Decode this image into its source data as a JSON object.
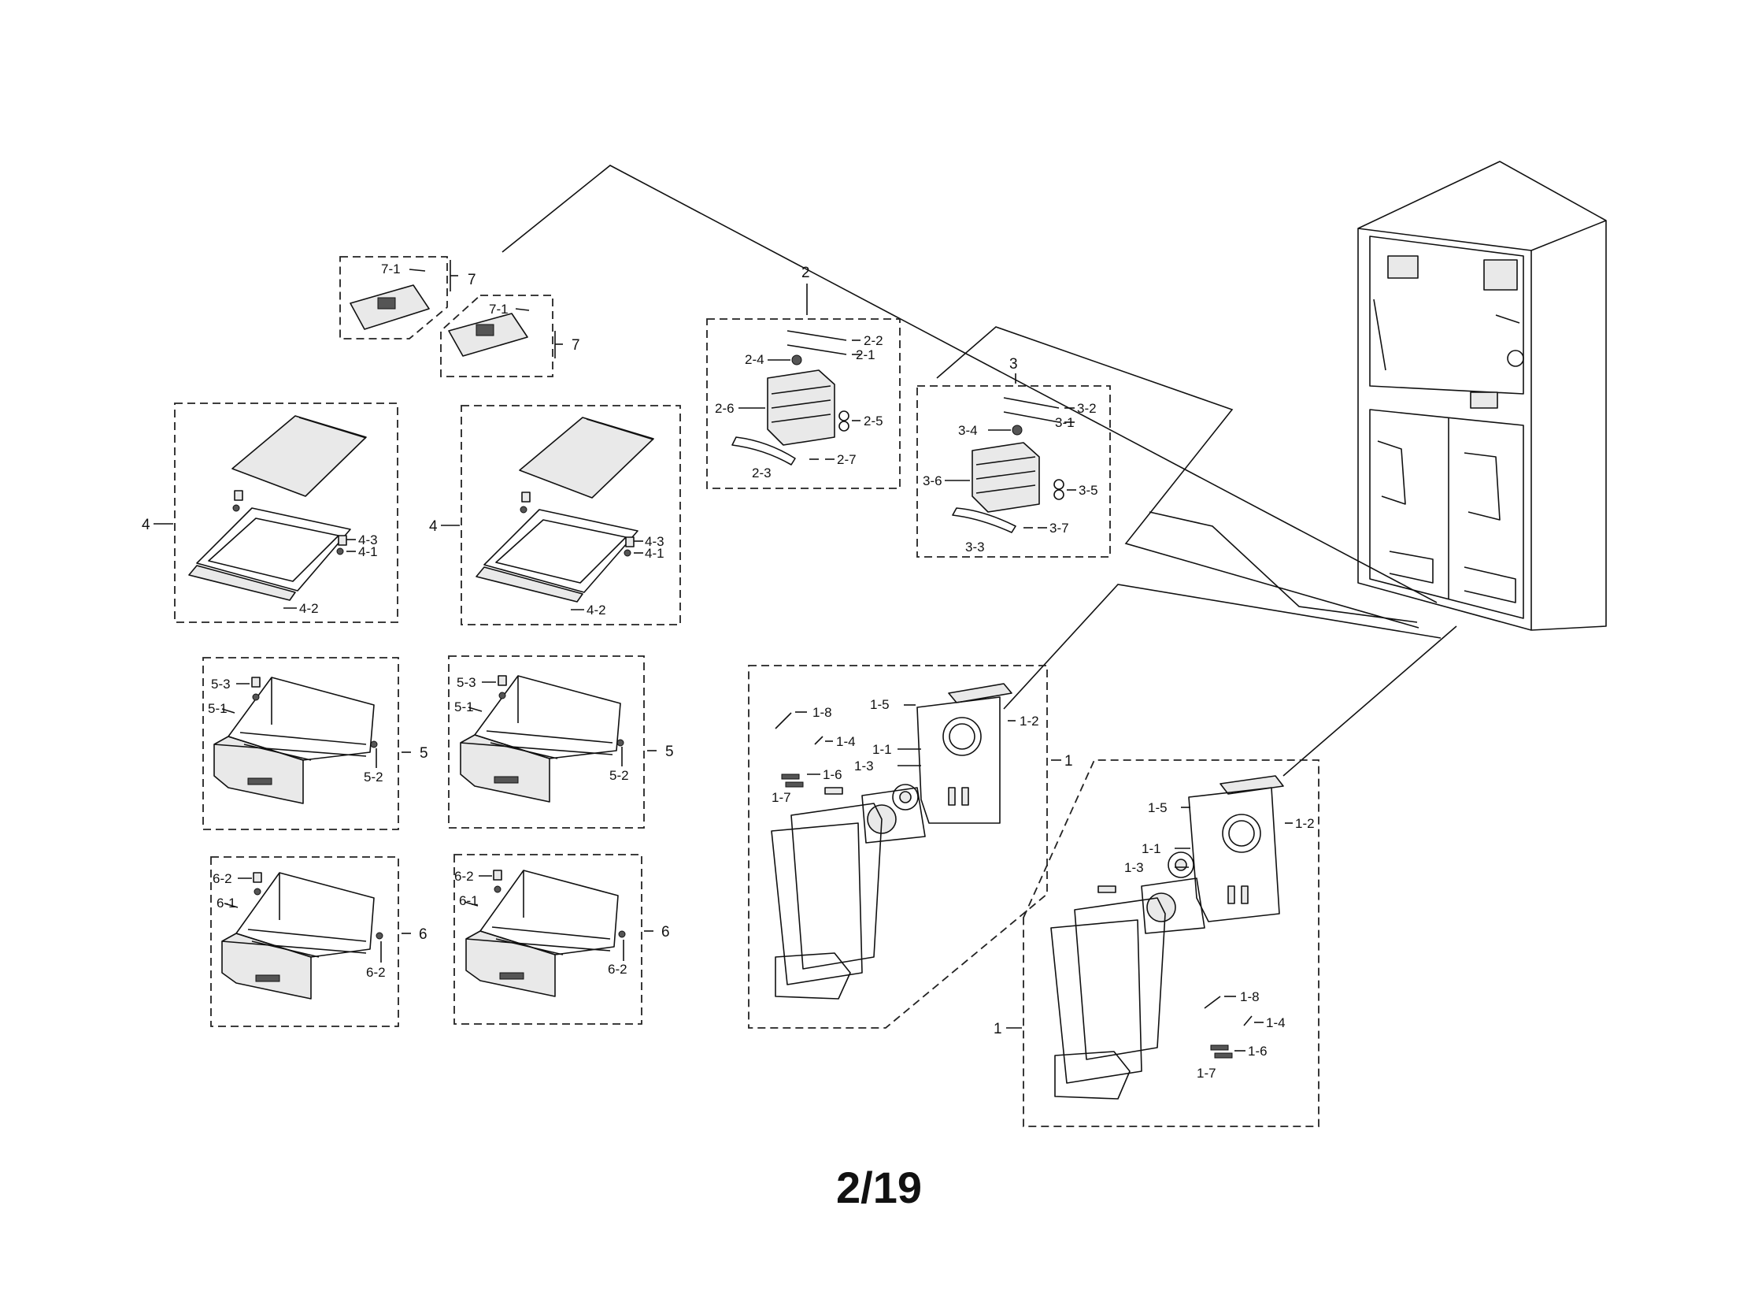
{
  "page_number": "2/19",
  "group_labels": {
    "g1": "1",
    "g2": "2",
    "g3": "3",
    "g4": "4",
    "g5": "5",
    "g6": "6",
    "g7": "7"
  },
  "part_labels": {
    "p1_1": "1-1",
    "p1_2": "1-2",
    "p1_3": "1-3",
    "p1_4": "1-4",
    "p1_5": "1-5",
    "p1_6": "1-6",
    "p1_7": "1-7",
    "p1_8": "1-8",
    "p2_1": "2-1",
    "p2_2": "2-2",
    "p2_3": "2-3",
    "p2_4": "2-4",
    "p2_5": "2-5",
    "p2_6": "2-6",
    "p2_7": "2-7",
    "p3_1": "3-1",
    "p3_2": "3-2",
    "p3_3": "3-3",
    "p3_4": "3-4",
    "p3_5": "3-5",
    "p3_6": "3-6",
    "p3_7": "3-7",
    "p4_1": "4-1",
    "p4_2": "4-2",
    "p4_3": "4-3",
    "p5_1": "5-1",
    "p5_2": "5-2",
    "p5_3": "5-3",
    "p6_1": "6-1",
    "p6_2": "6-2",
    "p7_1": "7-1"
  },
  "colors": {
    "ink": "#111111",
    "paper": "#ffffff"
  }
}
